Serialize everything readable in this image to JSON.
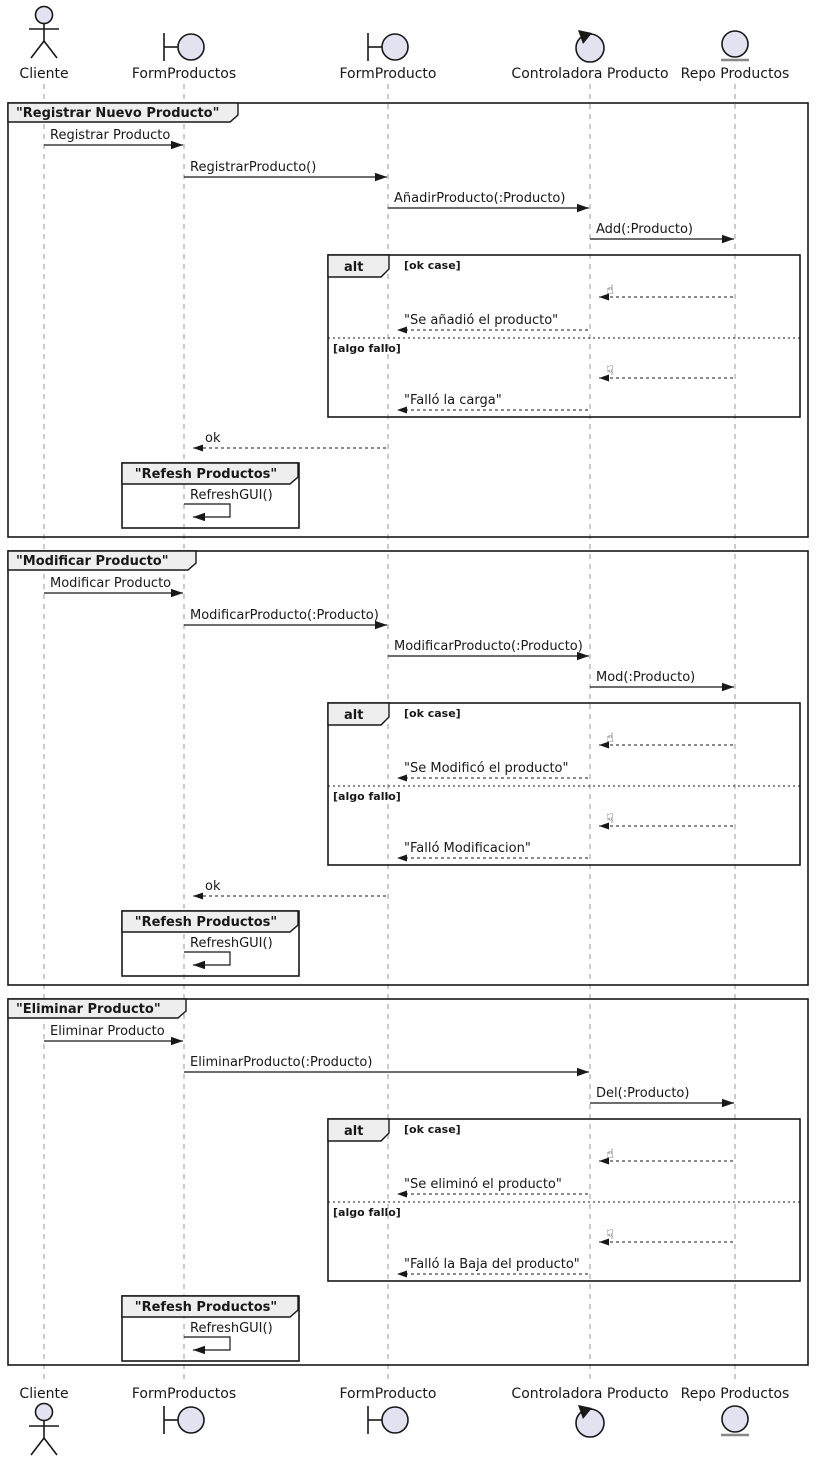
{
  "participants": [
    {
      "name": "Cliente",
      "type": "actor"
    },
    {
      "name": "FormProductos",
      "type": "boundary"
    },
    {
      "name": "FormProducto",
      "type": "boundary"
    },
    {
      "name": "Controladora Producto",
      "type": "control"
    },
    {
      "name": "Repo Productos",
      "type": "entity"
    }
  ],
  "colors": {
    "stroke": "#181818",
    "icon_fill": "#E2E2F0",
    "tab_fill": "#EEEEEE",
    "lifeline": "#999999",
    "background": "#FFFFFF"
  },
  "sections": [
    {
      "title": "\"Registrar Nuevo Producto\"",
      "calls": [
        "Registrar Producto",
        "RegistrarProducto()",
        "AñadirProducto(:Producto)",
        "Add(:Producto)"
      ],
      "alt": {
        "operator": "alt",
        "ok_guard": "[ok case]",
        "ok_icon": "☝",
        "ok_reply": "\"Se añadió el producto\"",
        "fail_guard": "[algo fallo]",
        "fail_icon": "☟",
        "fail_reply": "\"Falló la carga\""
      },
      "return_label": "ok",
      "refresh": {
        "title": "\"Refesh Productos\"",
        "call": "RefreshGUI()"
      }
    },
    {
      "title": "\"Modificar Producto\"",
      "calls": [
        "Modificar Producto",
        "ModificarProducto(:Producto)",
        "ModificarProducto(:Producto)",
        "Mod(:Producto)"
      ],
      "alt": {
        "operator": "alt",
        "ok_guard": "[ok case]",
        "ok_icon": "☝",
        "ok_reply": "\"Se Modificó el producto\"",
        "fail_guard": "[algo fallo]",
        "fail_icon": "☟",
        "fail_reply": "\"Falló Modificacion\""
      },
      "return_label": "ok",
      "refresh": {
        "title": "\"Refesh Productos\"",
        "call": "RefreshGUI()"
      }
    },
    {
      "title": "\"Eliminar Producto\"",
      "calls": [
        "Eliminar Producto",
        "EliminarProducto(:Producto)",
        "Del(:Producto)"
      ],
      "alt": {
        "operator": "alt",
        "ok_guard": "[ok case]",
        "ok_icon": "☝",
        "ok_reply": "\"Se eliminó el producto\"",
        "fail_guard": "[algo fallo]",
        "fail_icon": "☟",
        "fail_reply": "\"Falló la Baja del producto\""
      },
      "refresh": {
        "title": "\"Refesh Productos\"",
        "call": "RefreshGUI()"
      }
    }
  ]
}
